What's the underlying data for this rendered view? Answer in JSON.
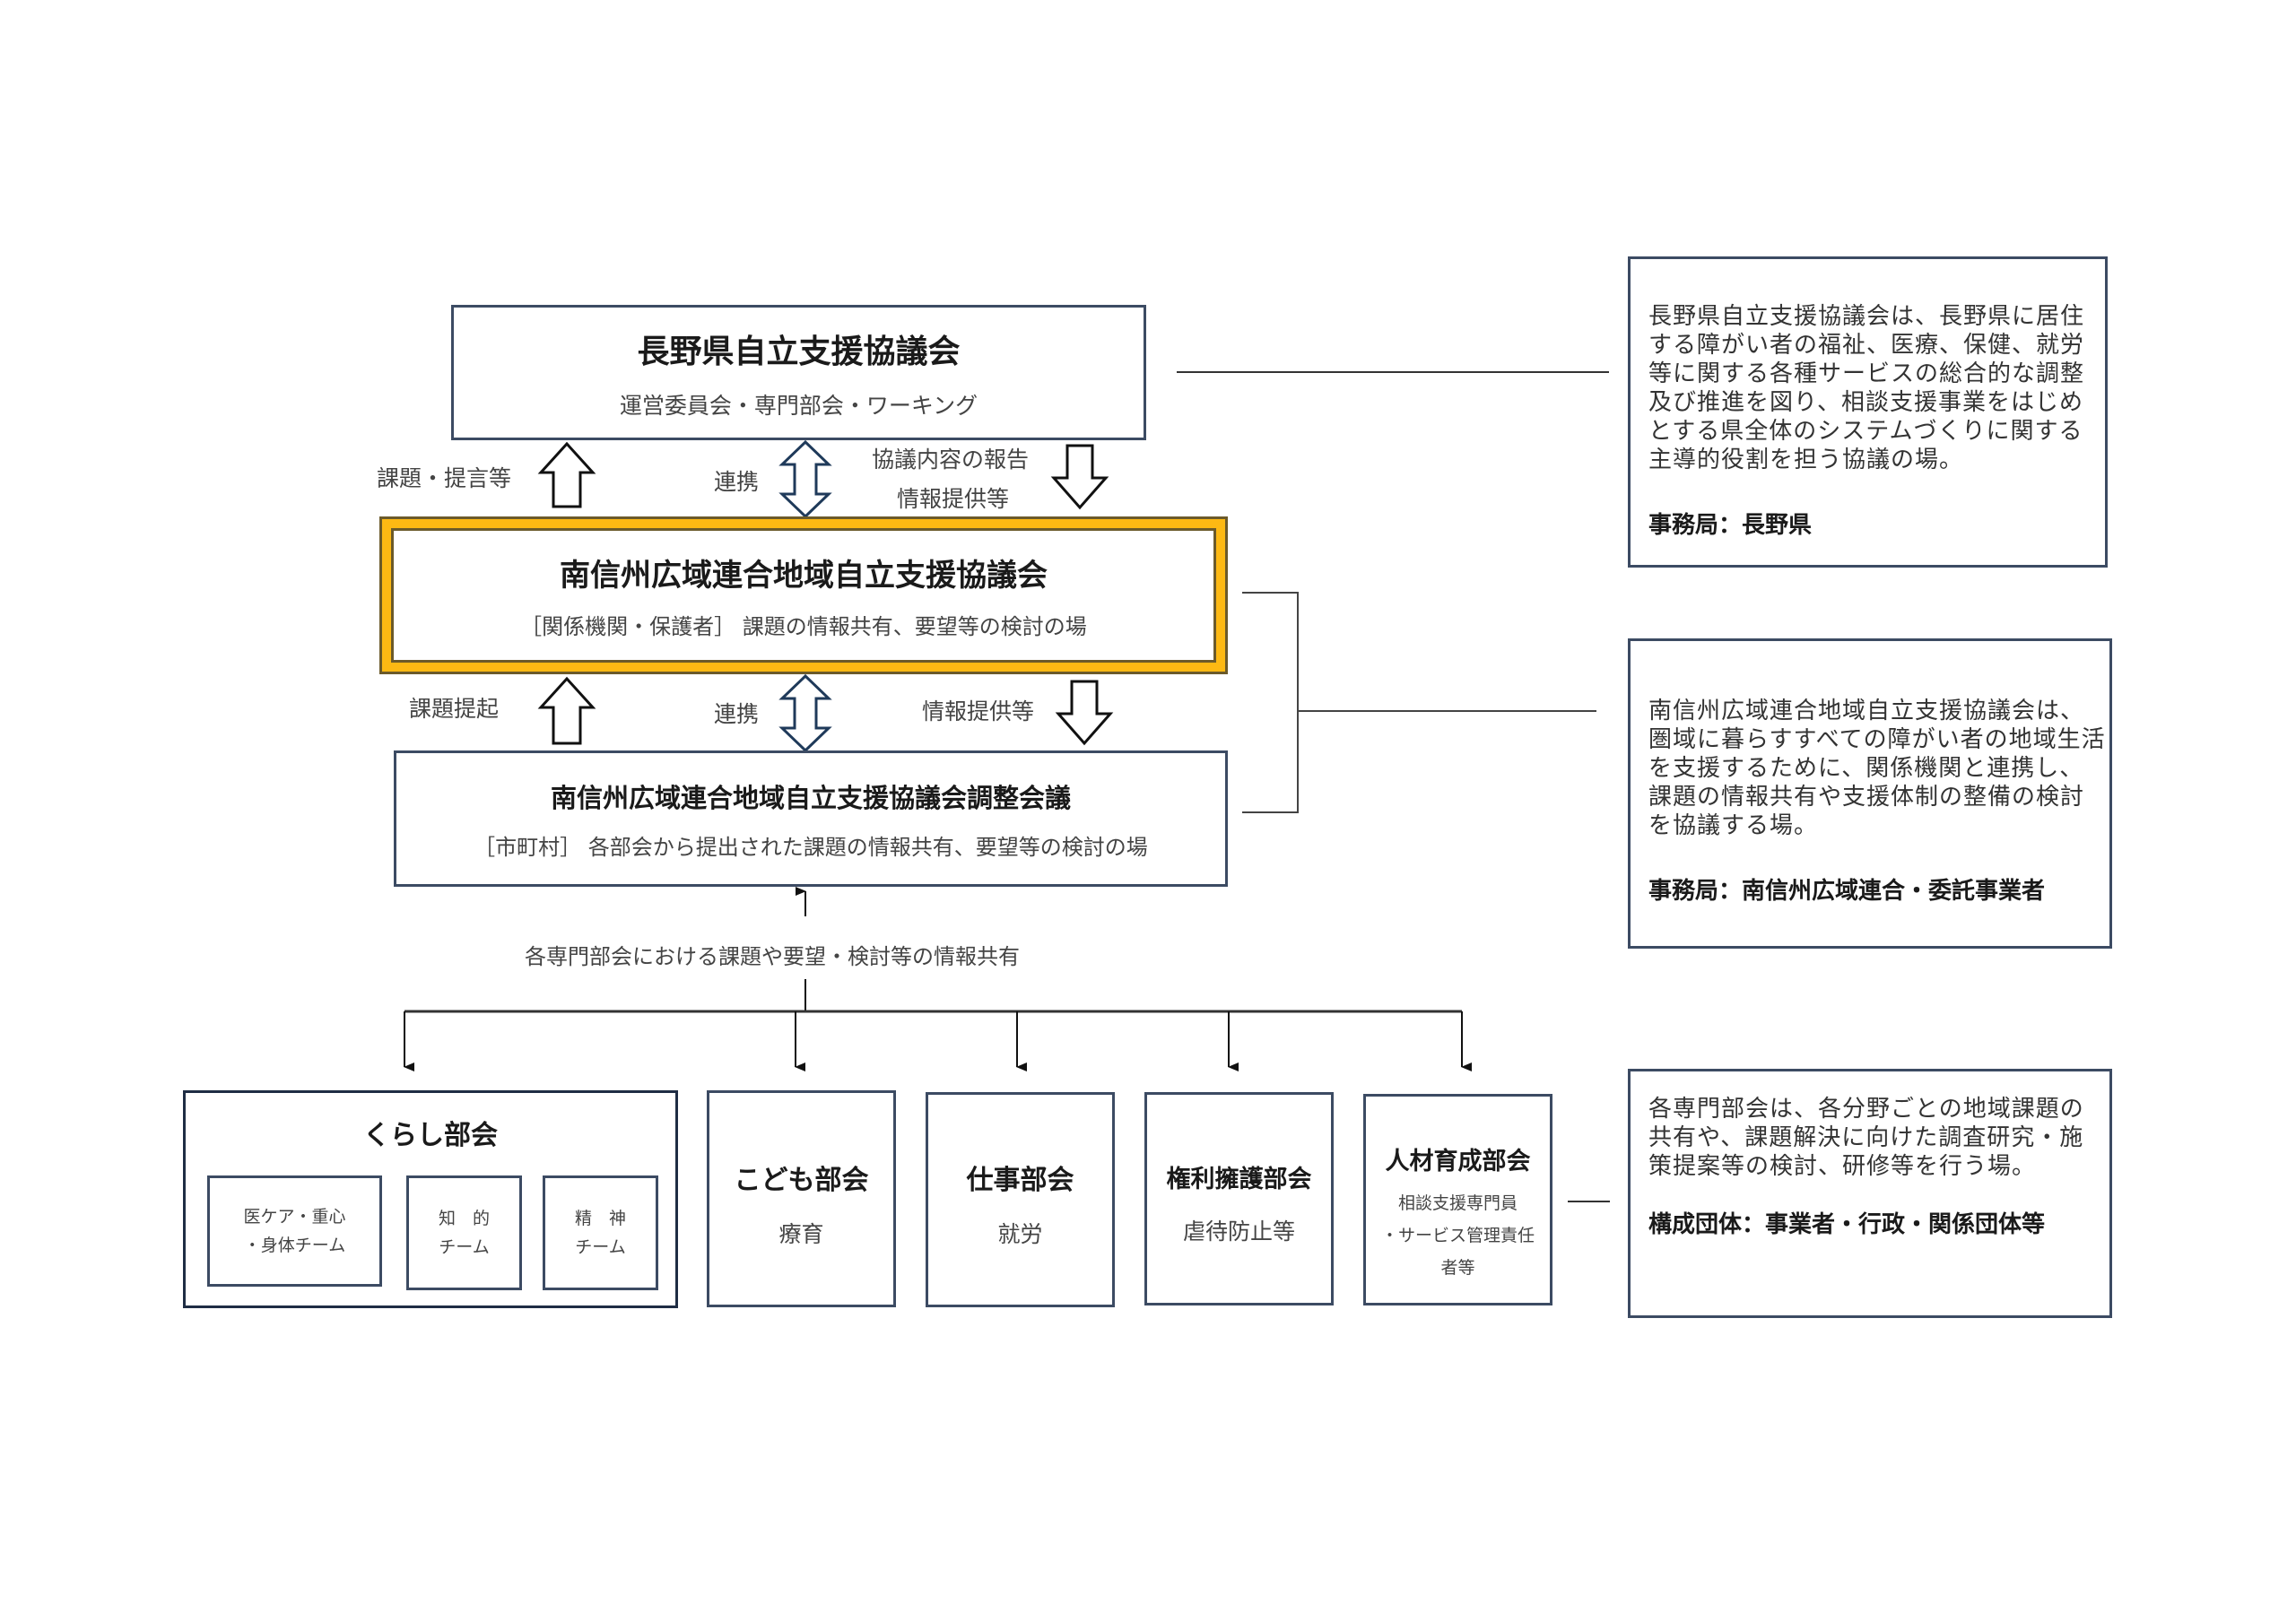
{
  "nagano_council": {
    "title": "長野県自立支援協議会",
    "subtitle": "運営委員会・専門部会・ワーキング"
  },
  "upper_links": {
    "up_label": "課題・提言等",
    "both_label": "連携",
    "down_label_1": "協議内容の報告",
    "down_label_2": "情報提供等"
  },
  "regional_council": {
    "title": "南信州広域連合地域自立支援協議会",
    "subtitle": "［関係機関・保護者］ 課題の情報共有、要望等の検討の場",
    "highlight_color": "#fdb913"
  },
  "lower_links": {
    "up_label": "課題提起",
    "both_label": "連携",
    "down_label": "情報提供等"
  },
  "coordination_meeting": {
    "title": "南信州広域連合地域自立支援協議会調整会議",
    "subtitle": "［市町村］ 各部会から提出された課題の情報共有、要望等の検討の場"
  },
  "sharing_label": "各専門部会における課題や要望・検討等の情報共有",
  "subcommittees": {
    "kurashi": {
      "title": "くらし部会",
      "teams": [
        {
          "line1": "医ケア・重心",
          "line2": "・身体チーム"
        },
        {
          "line1": "知　的",
          "line2": "チーム"
        },
        {
          "line1": "精　神",
          "line2": "チーム"
        }
      ]
    },
    "kodomo": {
      "title": "こども部会",
      "sub": "療育"
    },
    "shigoto": {
      "title": "仕事部会",
      "sub": "就労"
    },
    "kenri": {
      "title": "権利擁護部会",
      "sub": "虐待防止等"
    },
    "jinzai": {
      "title": "人材育成部会",
      "sub1": "相談支援専門員",
      "sub2": "・サービス管理責任",
      "sub3": "者等"
    }
  },
  "descriptions": [
    {
      "text": "長野県自立支援協議会は、長野県に居住する障がい者の福祉、医療、保健、就労等に関する各種サービスの総合的な調整及び推進を図り、相談支援事業をはじめとする県全体のシステムづくりに関する主導的役割を担う協議の場。",
      "footer": "事務局：長野県"
    },
    {
      "text": "南信州広域連合地域自立支援協議会は、圏域に暮らすすべての障がい者の地域生活を支援するために、関係機関と連携し、課題の情報共有や支援体制の整備の検討を協議する場。",
      "footer": "事務局：南信州広域連合・委託事業者"
    },
    {
      "text": "各専門部会は、各分野ごとの地域課題の共有や、課題解決に向けた調査研究・施策提案等の検討、研修等を行う場。",
      "footer": "構成団体：事業者・行政・関係団体等"
    }
  ]
}
